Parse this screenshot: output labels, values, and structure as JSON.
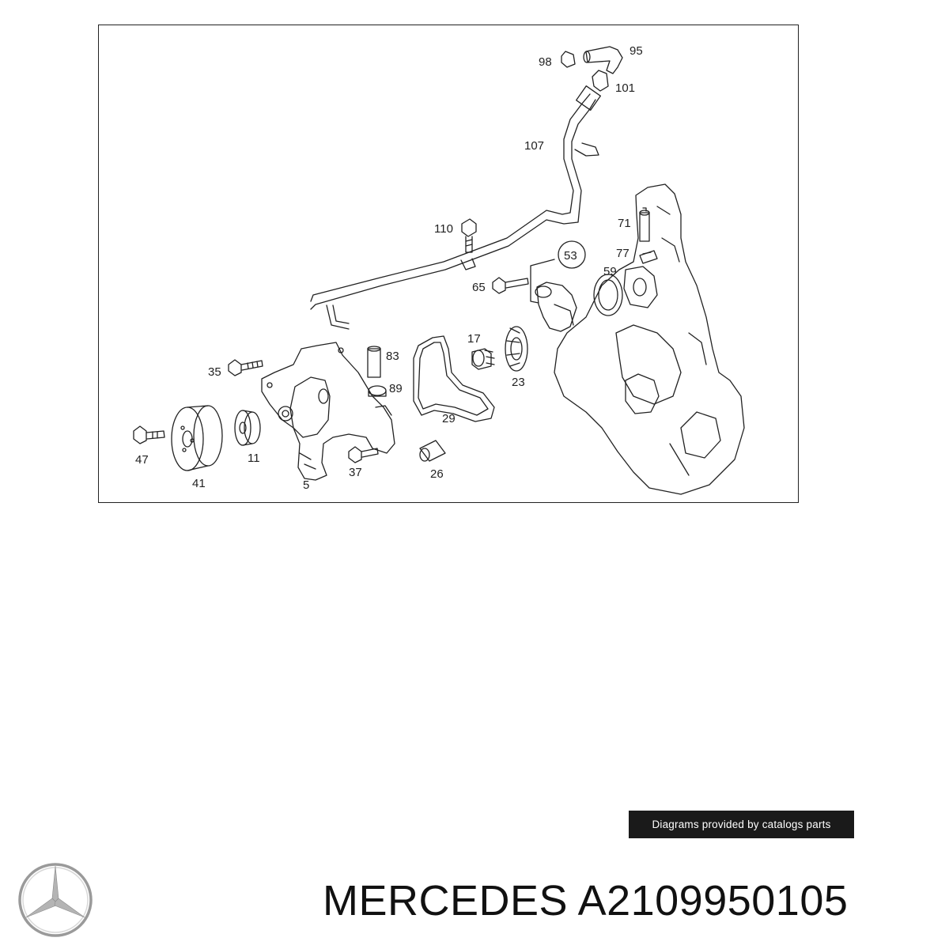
{
  "diagram": {
    "callouts": [
      {
        "id": "98",
        "text": "98"
      },
      {
        "id": "95",
        "text": "95"
      },
      {
        "id": "101",
        "text": "101"
      },
      {
        "id": "107",
        "text": "107"
      },
      {
        "id": "110",
        "text": "110"
      },
      {
        "id": "71",
        "text": "71"
      },
      {
        "id": "53",
        "text": "53"
      },
      {
        "id": "77",
        "text": "77"
      },
      {
        "id": "59",
        "text": "59"
      },
      {
        "id": "65",
        "text": "65"
      },
      {
        "id": "35",
        "text": "35"
      },
      {
        "id": "83",
        "text": "83"
      },
      {
        "id": "17",
        "text": "17"
      },
      {
        "id": "89",
        "text": "89"
      },
      {
        "id": "23",
        "text": "23"
      },
      {
        "id": "29",
        "text": "29"
      },
      {
        "id": "47",
        "text": "47"
      },
      {
        "id": "11",
        "text": "11"
      },
      {
        "id": "41",
        "text": "41"
      },
      {
        "id": "5",
        "text": "5"
      },
      {
        "id": "37",
        "text": "37"
      },
      {
        "id": "26",
        "text": "26"
      }
    ]
  },
  "credit": "Diagrams provided by catalogs parts",
  "brand": {
    "logo": "mercedes-star-icon"
  },
  "title": "MERCEDES A2109950105"
}
